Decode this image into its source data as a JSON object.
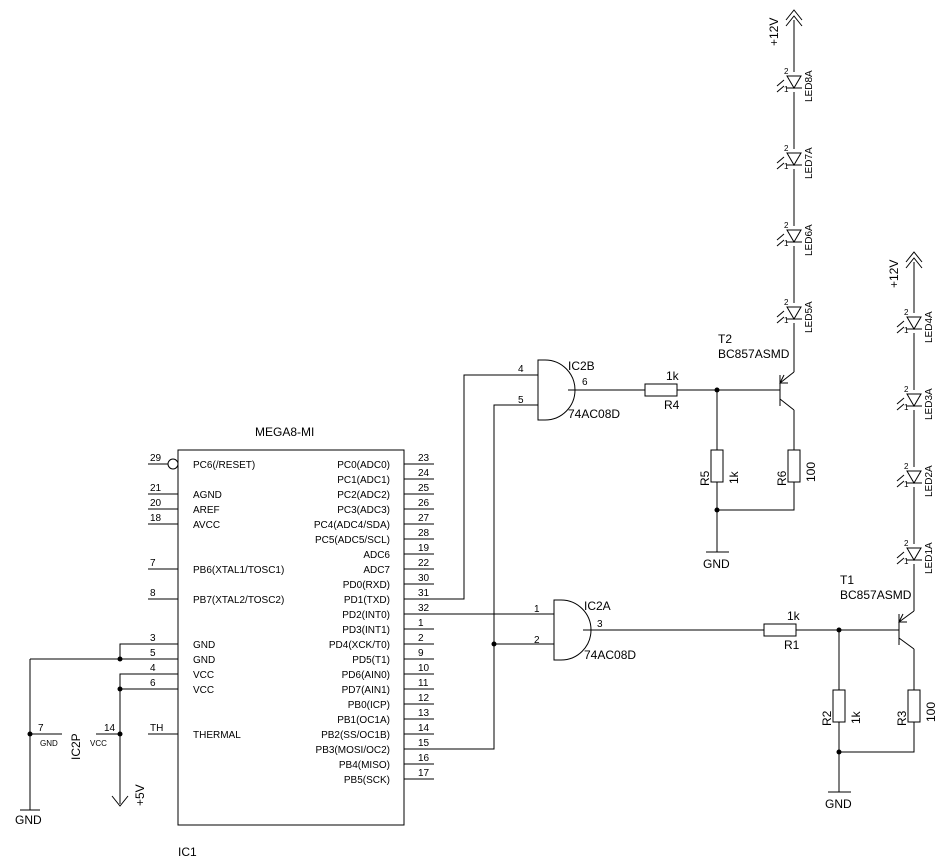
{
  "ic1": {
    "title": "MEGA8-MI",
    "ref": "IC1",
    "left_pins": [
      {
        "num": "29",
        "label": "PC6(/RESET)"
      },
      {
        "num": "21",
        "label": "AGND"
      },
      {
        "num": "20",
        "label": "AREF"
      },
      {
        "num": "18",
        "label": "AVCC"
      },
      {
        "num": "7",
        "label": "PB6(XTAL1/TOSC1)"
      },
      {
        "num": "8",
        "label": "PB7(XTAL2/TOSC2)"
      },
      {
        "num": "3",
        "label": "GND"
      },
      {
        "num": "5",
        "label": "GND"
      },
      {
        "num": "4",
        "label": "VCC"
      },
      {
        "num": "6",
        "label": "VCC"
      },
      {
        "num": "TH",
        "label": "THERMAL"
      }
    ],
    "right_pins": [
      {
        "num": "23",
        "label": "PC0(ADC0)"
      },
      {
        "num": "24",
        "label": "PC1(ADC1)"
      },
      {
        "num": "25",
        "label": "PC2(ADC2)"
      },
      {
        "num": "26",
        "label": "PC3(ADC3)"
      },
      {
        "num": "27",
        "label": "PC4(ADC4/SDA)"
      },
      {
        "num": "28",
        "label": "PC5(ADC5/SCL)"
      },
      {
        "num": "19",
        "label": "ADC6"
      },
      {
        "num": "22",
        "label": "ADC7"
      },
      {
        "num": "30",
        "label": "PD0(RXD)"
      },
      {
        "num": "31",
        "label": "PD1(TXD)"
      },
      {
        "num": "32",
        "label": "PD2(INT0)"
      },
      {
        "num": "1",
        "label": "PD3(INT1)"
      },
      {
        "num": "2",
        "label": "PD4(XCK/T0)"
      },
      {
        "num": "9",
        "label": "PD5(T1)"
      },
      {
        "num": "10",
        "label": "PD6(AIN0)"
      },
      {
        "num": "11",
        "label": "PD7(AIN1)"
      },
      {
        "num": "12",
        "label": "PB0(ICP)"
      },
      {
        "num": "13",
        "label": "PB1(OC1A)"
      },
      {
        "num": "14",
        "label": "PB2(SS/OC1B)"
      },
      {
        "num": "15",
        "label": "PB3(MOSI/OC2)"
      },
      {
        "num": "16",
        "label": "PB4(MISO)"
      },
      {
        "num": "17",
        "label": "PB5(SCK)"
      }
    ]
  },
  "ic2p": {
    "ref": "IC2P",
    "pin_gnd": "7",
    "lbl_gnd": "GND",
    "pin_vcc": "14",
    "lbl_vcc": "VCC"
  },
  "gates": {
    "b": {
      "ref": "IC2B",
      "type": "74AC08D",
      "in1": "4",
      "in2": "5",
      "out": "6"
    },
    "a": {
      "ref": "IC2A",
      "type": "74AC08D",
      "in1": "1",
      "in2": "2",
      "out": "3"
    }
  },
  "transistors": {
    "t2": {
      "ref": "T2",
      "part": "BC857ASMD"
    },
    "t1": {
      "ref": "T1",
      "part": "BC857ASMD"
    }
  },
  "resistors": {
    "r4": {
      "ref": "R4",
      "value": "1k"
    },
    "r5": {
      "ref": "R5",
      "value": "1k"
    },
    "r6": {
      "ref": "R6",
      "value": "100"
    },
    "r1": {
      "ref": "R1",
      "value": "1k"
    },
    "r2": {
      "ref": "R2",
      "value": "1k"
    },
    "r3": {
      "ref": "R3",
      "value": "100"
    }
  },
  "leds_top": [
    "LED8A",
    "LED7A",
    "LED6A",
    "LED5A"
  ],
  "leds_right": [
    "LED4A",
    "LED3A",
    "LED2A",
    "LED1A"
  ],
  "led_pin_anode": "2",
  "led_pin_cathode": "1",
  "supplies": {
    "v12": "+12V",
    "v5": "+5V",
    "gnd": "GND"
  }
}
